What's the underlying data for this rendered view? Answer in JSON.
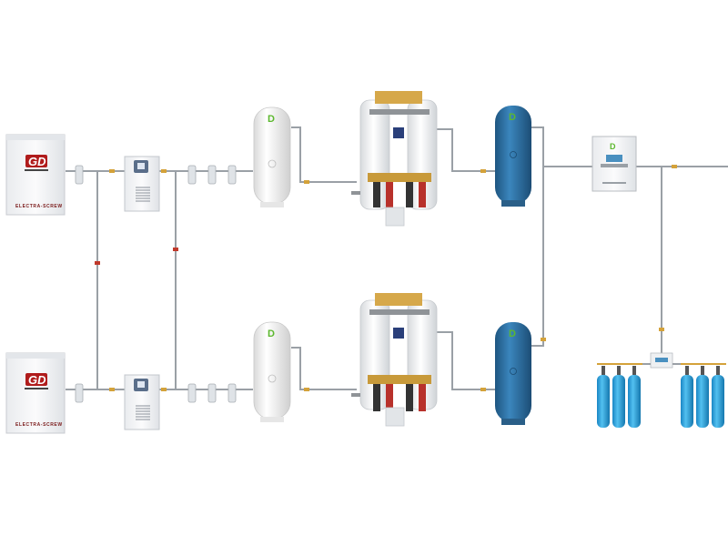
{
  "diagram": {
    "compressor_brand": "ELECTRA-SCREW",
    "compressor_logo": "GD",
    "tank_logo": "D",
    "colors": {
      "pipe": "#9aa0a6",
      "compressor_body": "#f4f5f7",
      "compressor_border": "#c8cbd0",
      "receiver_white": "#f2f2f2",
      "receiver_blue": "#2d6fa0",
      "cylinder_blue": "#2aa3e0",
      "valve_red": "#c0392b",
      "valve_brass": "#d4a23a",
      "logo_green": "#5cb82e"
    },
    "icons": [
      "air-compressor-icon",
      "filter-icon",
      "dryer-icon",
      "receiver-tank-icon",
      "nitrogen-generator-icon",
      "buffer-tank-icon",
      "control-panel-icon",
      "gas-cylinder-icon",
      "manifold-icon",
      "valve-icon"
    ]
  }
}
